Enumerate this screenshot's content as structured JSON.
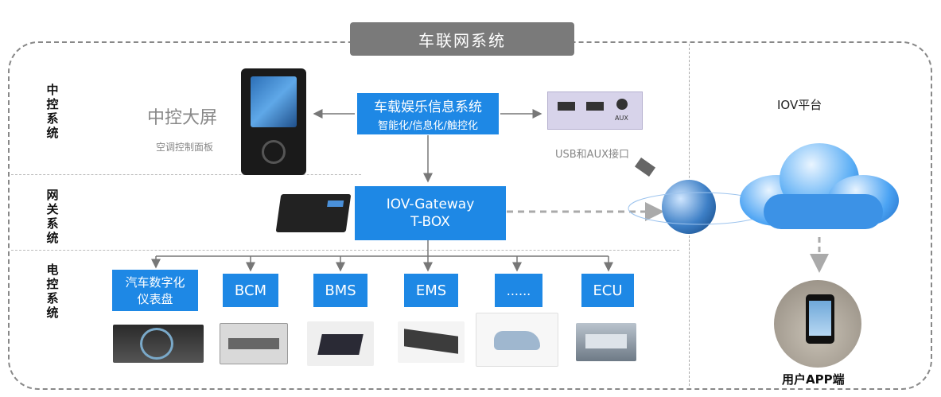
{
  "title": "车联网系统",
  "sections": {
    "central": "中控系统",
    "gateway": "网关系统",
    "electric": "电控系统"
  },
  "central": {
    "screen_title": "中控大屏",
    "screen_sub": "空调控制面板",
    "infotainment_line1": "车载娱乐信息系统",
    "infotainment_line2": "智能化/信息化/触控化",
    "usb_label": "USB和AUX接口",
    "usb_aux_mark": "AUX"
  },
  "gateway": {
    "line1": "IOV-Gateway",
    "line2": "T-BOX"
  },
  "ecus": [
    {
      "label_line1": "汽车数字化",
      "label_line2": "仪表盘"
    },
    {
      "label_line1": "BCM",
      "label_line2": ""
    },
    {
      "label_line1": "BMS",
      "label_line2": ""
    },
    {
      "label_line1": "EMS",
      "label_line2": ""
    },
    {
      "label_line1": "......",
      "label_line2": ""
    },
    {
      "label_line1": "ECU",
      "label_line2": ""
    }
  ],
  "platform": {
    "label": "IOV平台",
    "app_label": "用户APP端"
  },
  "colors": {
    "accent_blue": "#1e88e5",
    "frame_gray": "#888888",
    "title_bg": "#7a7a7a"
  }
}
